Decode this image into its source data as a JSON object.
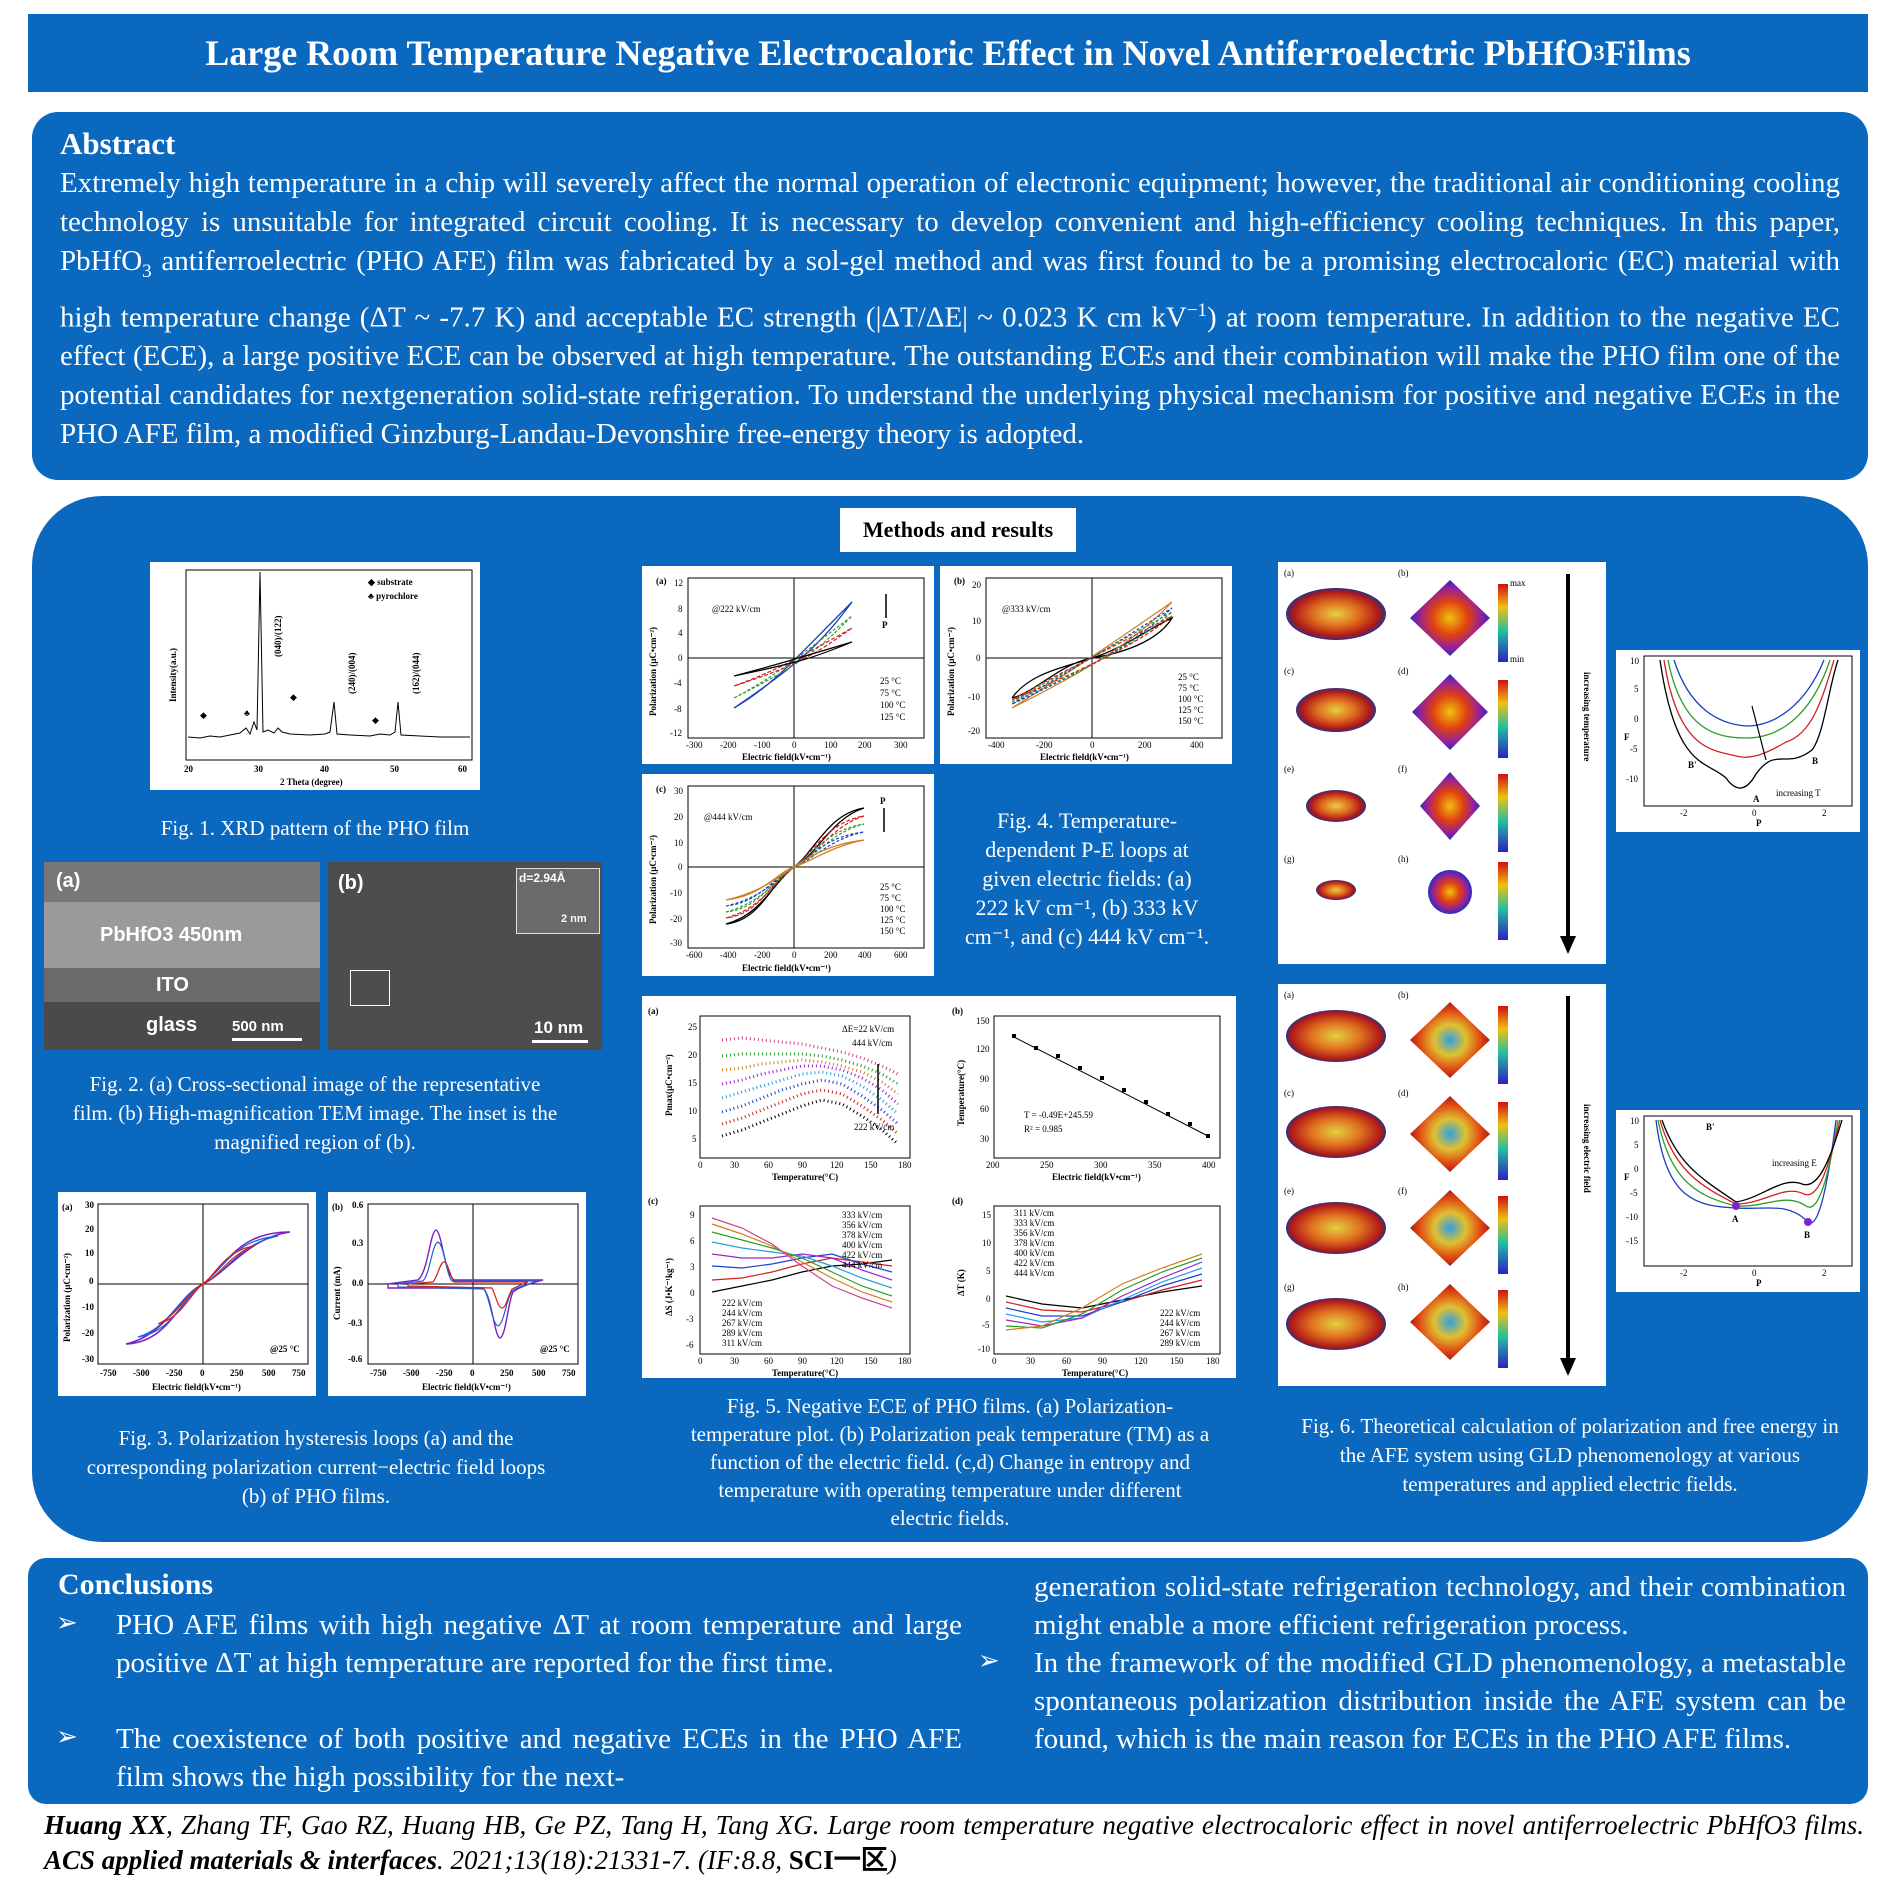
{
  "title": {
    "prefix": "Large Room Temperature Negative Electrocaloric Effect in Novel Antiferroelectric PbHfO",
    "sub": "3",
    "suffix": " Films"
  },
  "abstract": {
    "heading": "Abstract",
    "text_a": "Extremely high temperature in a chip will severely affect the normal operation of electronic equipment; however, the traditional air conditioning cooling technology is unsuitable for integrated circuit cooling. It is necessary to develop convenient and high-efficiency cooling techniques. In this paper, PbHfO",
    "sub": "3",
    "text_b": " antiferroelectric (PHO AFE) film was fabricated by a sol-gel method and was first found to be a promising electrocaloric (EC) material with high temperature change (ΔT ~ -7.7 K) and acceptable EC strength (|ΔT/ΔE| ~ 0.023 K cm kV",
    "sup": "−1",
    "text_c": ") at room temperature. In addition to the negative EC effect (ECE), a large positive ECE can be observed at high temperature. The outstanding ECEs and their combination will make the PHO film one of the potential candidates for nextgeneration solid-state refrigeration. To understand the underlying physical mechanism for positive and negative ECEs in the PHO AFE film, a modified Ginzburg-Landau-Devonshire free-energy theory is adopted."
  },
  "methods_label": "Methods and results",
  "fig1": {
    "caption": "Fig. 1.  XRD pattern of the PHO film",
    "ylabel": "Intensity(a.u.)",
    "xlabel": "2 Theta (degree)",
    "xticks": [
      "20",
      "30",
      "40",
      "50",
      "60"
    ],
    "legend": [
      "◆ substrate",
      "♣ pyrochlore"
    ],
    "peaks": [
      "(040)/(122)",
      "(240)/(004)",
      "(162)/(044)"
    ]
  },
  "fig2": {
    "caption": "Fig. 2. (a) Cross-sectional image of the representative film. (b) High-magnification TEM image. The inset is the magnified region of (b).",
    "a_label": "(a)",
    "layer1": "PbHfO3 450nm",
    "layer2": "ITO",
    "layer3": "glass",
    "scale_a": "500 nm",
    "b_label": "(b)",
    "d_spacing": "d=2.94Å",
    "scale_inset": "2 nm",
    "scale_b": "10 nm"
  },
  "fig3": {
    "caption": "Fig. 3. Polarization hysteresis loops (a) and the corresponding polarization current−electric field loops (b) of PHO films.",
    "a": {
      "label": "(a)",
      "ylabel": "Polarization (µC•cm⁻²)",
      "xlabel": "Electric field(kV•cm⁻¹)",
      "note": "@25 °C",
      "xticks": [
        "-750",
        "-500",
        "-250",
        "0",
        "250",
        "500",
        "750"
      ],
      "yticks": [
        "30",
        "20",
        "10",
        "0",
        "-10",
        "-20",
        "-30"
      ]
    },
    "b": {
      "label": "(b)",
      "ylabel": "Current (mA)",
      "xlabel": "Electric field(kV•cm⁻¹)",
      "note": "@25 °C",
      "xticks": [
        "-750",
        "-500",
        "-250",
        "0",
        "250",
        "500",
        "750"
      ],
      "yticks": [
        "0.6",
        "0.3",
        "0.0",
        "-0.3",
        "-0.6"
      ]
    }
  },
  "fig4": {
    "caption_l1": "Fig. 4. Temperature-",
    "caption_l2": "dependent P-E loops at",
    "caption_l3": "given electric fields: (a)",
    "caption_l4": "222 kV cm⁻¹, (b) 333 kV",
    "caption_l5": "cm⁻¹, and (c) 444 kV cm⁻¹.",
    "a": {
      "label": "(a)",
      "note": "@222 kV/cm",
      "legend": [
        "25 °C",
        "75 °C",
        "100 °C",
        "125 °C"
      ],
      "xticks": [
        "-300",
        "-200",
        "-100",
        "0",
        "100",
        "200",
        "300"
      ],
      "yticks": [
        "12",
        "8",
        "4",
        "0",
        "-4",
        "-8",
        "-12"
      ]
    },
    "b": {
      "label": "(b)",
      "note": "@333 kV/cm",
      "legend": [
        "25 °C",
        "75 °C",
        "100 °C",
        "125 °C",
        "150 °C"
      ],
      "xticks": [
        "-400",
        "-200",
        "0",
        "200",
        "400"
      ],
      "yticks": [
        "20",
        "10",
        "0",
        "-10",
        "-20"
      ]
    },
    "c": {
      "label": "(c)",
      "note": "@444 kV/cm",
      "legend": [
        "25 °C",
        "75 °C",
        "100 °C",
        "125 °C",
        "150 °C"
      ],
      "xticks": [
        "-600",
        "-400",
        "-200",
        "0",
        "200",
        "400",
        "600"
      ],
      "yticks": [
        "30",
        "20",
        "10",
        "0",
        "-10",
        "-20",
        "-30"
      ]
    },
    "ylabel": "Polarization (µC•cm⁻²)",
    "xlabel": "Electric field(kV•cm⁻¹)",
    "arrow": "P"
  },
  "fig5": {
    "caption": "Fig. 5. Negative ECE of PHO films. (a) Polarization-temperature plot. (b) Polarization peak temperature (TM) as a function of the electric field. (c,d) Change in entropy and temperature with operating temperature under different electric fields.",
    "a": {
      "label": "(a)",
      "ylabel": "Pmax(µC•cm⁻²)",
      "xlabel": "Temperature(°C)",
      "note1": "ΔE=22 kV/cm",
      "note2": "444 kV/cm",
      "note3": "222 kV/cm",
      "xticks": [
        "0",
        "30",
        "60",
        "90",
        "120",
        "150",
        "180"
      ],
      "yticks": [
        "25",
        "20",
        "15",
        "10",
        "5"
      ]
    },
    "b": {
      "label": "(b)",
      "ylabel": "Temperature(°C)",
      "xlabel": "Electric field(kV•cm⁻¹)",
      "eq": "T = -0.49E+245.59",
      "r2": "R² = 0.985",
      "xticks": [
        "200",
        "250",
        "300",
        "350",
        "400"
      ],
      "yticks": [
        "150",
        "120",
        "90",
        "60",
        "30"
      ]
    },
    "c": {
      "label": "(c)",
      "ylabel": "ΔS (J•K⁻¹kg⁻¹)",
      "xlabel": "Temperature(°C)",
      "legend_top": [
        "333 kV/cm",
        "356 kV/cm",
        "378 kV/cm",
        "400 kV/cm",
        "422 kV/cm",
        "444 kV/cm"
      ],
      "legend_bottom": [
        "222 kV/cm",
        "244 kV/cm",
        "267 kV/cm",
        "289 kV/cm",
        "311 kV/cm"
      ],
      "xticks": [
        "0",
        "30",
        "60",
        "90",
        "120",
        "150",
        "180"
      ],
      "yticks": [
        "9",
        "6",
        "3",
        "0",
        "-3",
        "-6"
      ]
    },
    "d": {
      "label": "(d)",
      "ylabel": "ΔT (K)",
      "xlabel": "Temperature(°C)",
      "legend_top": [
        "311 kV/cm",
        "333 kV/cm",
        "356 kV/cm",
        "378 kV/cm",
        "400 kV/cm",
        "422 kV/cm",
        "444 kV/cm"
      ],
      "legend_bottom": [
        "222 kV/cm",
        "244 kV/cm",
        "267 kV/cm",
        "289 kV/cm"
      ],
      "xticks": [
        "0",
        "30",
        "60",
        "90",
        "120",
        "150",
        "180"
      ],
      "yticks": [
        "15",
        "10",
        "5",
        "0",
        "-5",
        "-10"
      ]
    }
  },
  "fig6": {
    "caption": "Fig. 6. Theoretical calculation of polarization and free energy in the AFE system using GLD phenomenology at various temperatures and applied electric fields.",
    "panel_labels": [
      "(a)",
      "(b)",
      "(c)",
      "(d)",
      "(e)",
      "(f)",
      "(g)",
      "(h)"
    ],
    "max": "max",
    "min": "min",
    "arrow_top": "increasing temperature",
    "arrow_bottom": "increasing electric field",
    "curve_top": {
      "ylabel": "F",
      "xlabel": "P",
      "label_A": "A",
      "label_B": "B",
      "label_Bp": "B'",
      "note": "increasing T",
      "xticks": [
        "-2",
        "0",
        "2"
      ],
      "yticks": [
        "10",
        "5",
        "0",
        "-5",
        "-10"
      ]
    },
    "curve_bottom": {
      "ylabel": "F",
      "xlabel": "P",
      "label_A": "A",
      "label_B": "B",
      "label_Bp": "B'",
      "note": "increasing E",
      "xticks": [
        "-2",
        "0",
        "2"
      ],
      "yticks": [
        "10",
        "5",
        "0",
        "-5",
        "-10",
        "-15"
      ]
    }
  },
  "conclusions": {
    "heading": "Conclusions",
    "bullet": "➢",
    "item1": "PHO AFE films with high negative ΔT at room temperature and large positive ΔT at high temperature are reported for the first time.",
    "item2_a": "The coexistence of both positive and negative ECEs in the PHO AFE film shows the high possibility for the next-",
    "item2_b": "generation solid-state refrigeration technology, and their combination might enable a more efficient refrigeration process.",
    "item3": " In the framework of the modified GLD phenomenology, a metastable spontaneous polarization distribution inside the AFE system can be found, which is the main reason for ECEs in the PHO AFE films."
  },
  "citation": {
    "author_bold": "Huang XX",
    "rest": ", Zhang TF, Gao RZ, Huang HB, Ge PZ, Tang H, Tang XG. Large room temperature negative electrocaloric effect in novel antiferroelectric PbHfO3 films. ",
    "journal": "ACS applied materials & interfaces",
    "tail": ". 2021;13(18):21331-7.  (IF:8.8,  ",
    "sci": "SCI一区",
    "close": ")"
  }
}
